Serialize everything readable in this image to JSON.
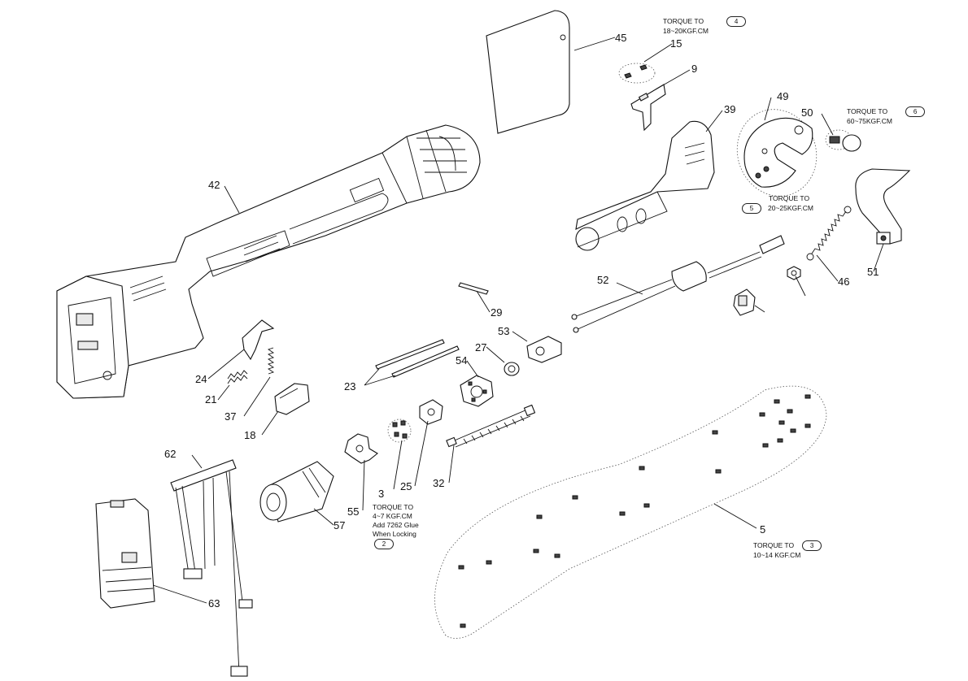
{
  "callouts": {
    "c45": "45",
    "c15": "15",
    "c9": "9",
    "c39": "39",
    "c49": "49",
    "c50": "50",
    "c42": "42",
    "c46": "46",
    "c51": "51",
    "c52": "52",
    "c29": "29",
    "c53": "53",
    "c27": "27",
    "c54": "54",
    "c24": "24",
    "c21": "21",
    "c37": "37",
    "c18": "18",
    "c23": "23",
    "c62": "62",
    "c3": "3",
    "c25": "25",
    "c32": "32",
    "c55": "55",
    "c57": "57",
    "c63": "63",
    "c5": "5"
  },
  "notes": {
    "n4": {
      "line1": "TORQUE TO",
      "line2": "18~20KGF.CM",
      "badge": "4"
    },
    "n6": {
      "line1": "TORQUE TO",
      "line2": "60~75KGF.CM",
      "badge": "6"
    },
    "n5": {
      "line1": "TORQUE TO",
      "line2": "20~25KGF.CM",
      "badge": "5"
    },
    "n2": {
      "line1": "TORQUE TO",
      "line2": "4~7 KGF.CM",
      "line3": "Add 7262 Glue",
      "line4": "When Locking",
      "badge": "2"
    },
    "n3": {
      "line1": "TORQUE TO",
      "line2": "10~14 KGF.CM",
      "badge": "3"
    }
  }
}
